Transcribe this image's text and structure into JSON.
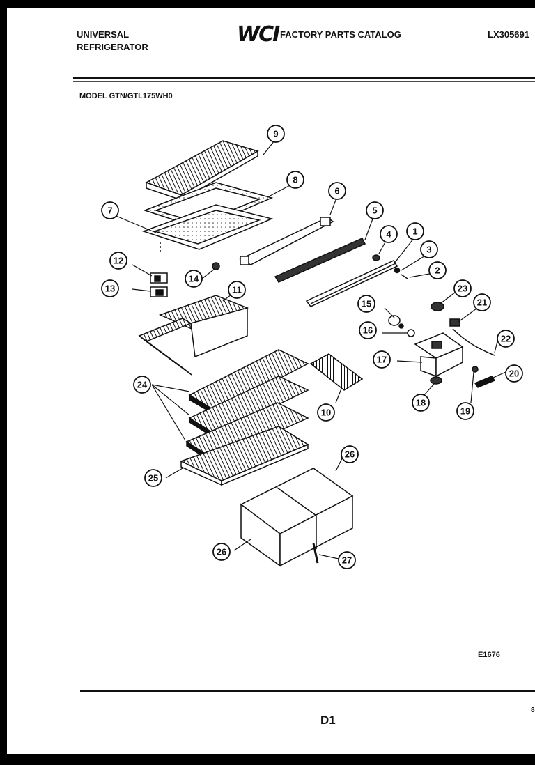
{
  "header": {
    "brand_line1": "UNIVERSAL",
    "brand_line2": "REFRIGERATOR",
    "logo_text": "WCI",
    "catalog_title": "FACTORY PARTS CATALOG",
    "doc_number": "LX305691"
  },
  "model_line": "MODEL GTN/GTL175WH0",
  "diagram": {
    "callouts": [
      "1",
      "2",
      "3",
      "4",
      "5",
      "6",
      "7",
      "8",
      "9",
      "10",
      "11",
      "12",
      "13",
      "14",
      "15",
      "16",
      "17",
      "18",
      "19",
      "20",
      "21",
      "22",
      "23",
      "24",
      "25",
      "26",
      "26",
      "27"
    ]
  },
  "footer": {
    "diagram_code": "E1676",
    "page_code": "D1",
    "corner_mark": "8"
  }
}
